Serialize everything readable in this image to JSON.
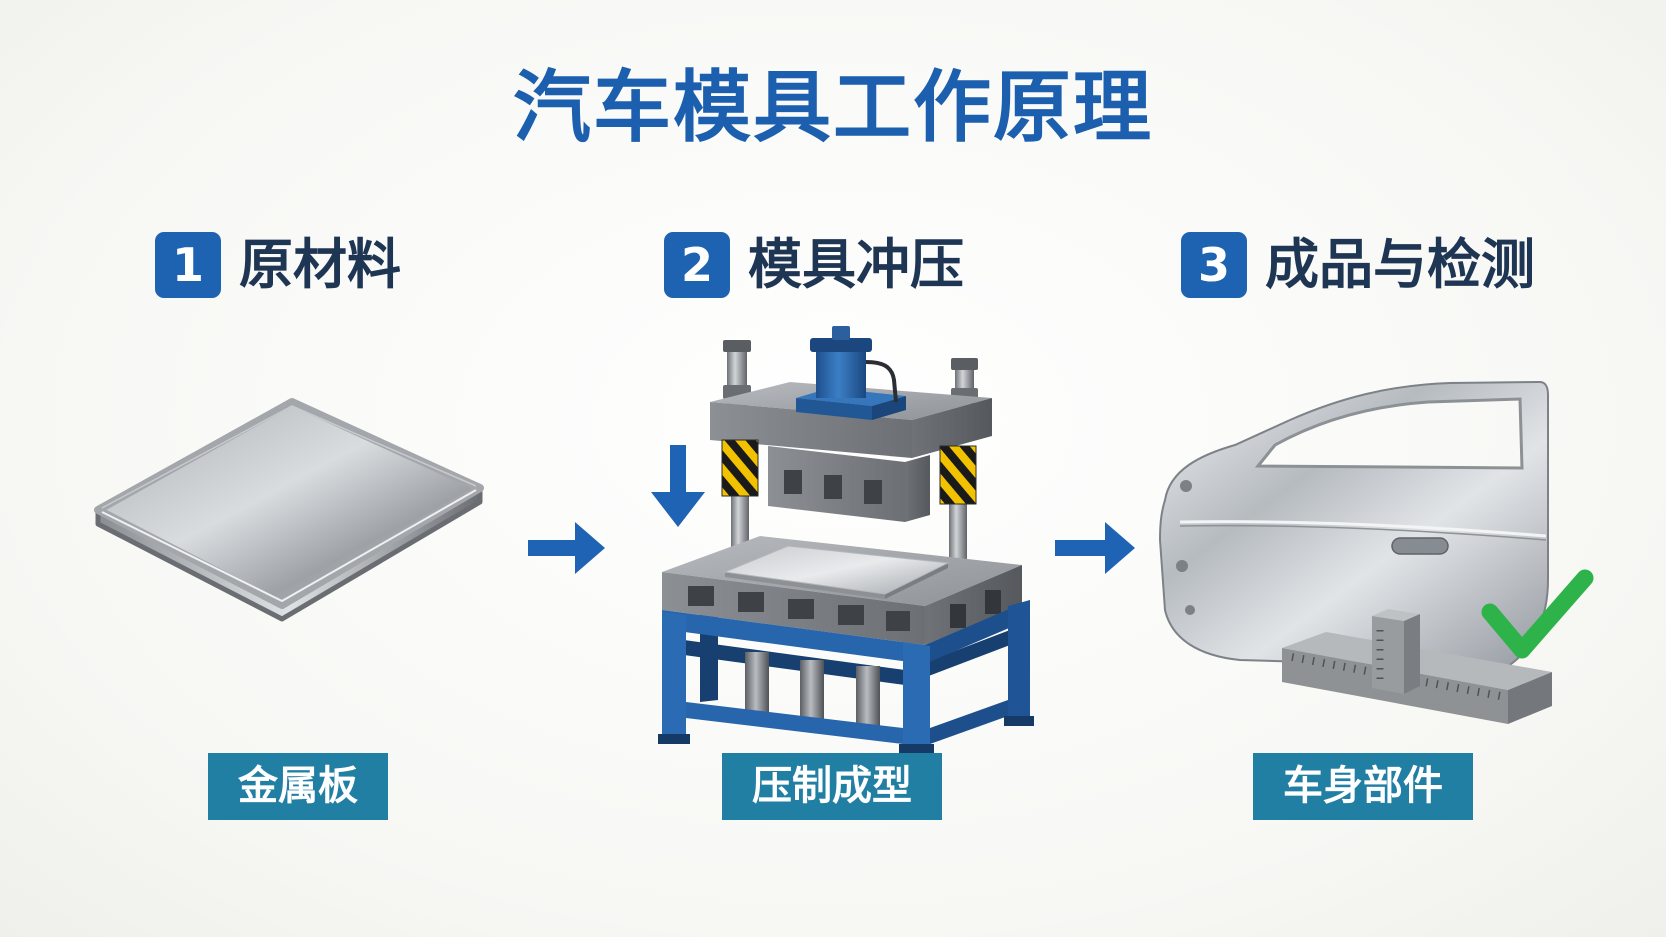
{
  "title": "汽车模具工作原理",
  "steps": [
    {
      "number": "1",
      "heading": "原材料",
      "label": "金属板"
    },
    {
      "number": "2",
      "heading": "模具冲压",
      "label": "压制成型"
    },
    {
      "number": "3",
      "heading": "成品与检测",
      "label": "车身部件"
    }
  ],
  "icons": {
    "raw_material": "metal-sheet-icon",
    "stamping": "stamping-press-icon",
    "finished_part": "car-door-icon",
    "inspection": "gauge-icon",
    "flow_arrow": "arrow-right-icon",
    "press_direction": "arrow-down-icon",
    "pass_mark": "checkmark-icon"
  },
  "colors": {
    "title": "#1b5fae",
    "badge": "#1d63b2",
    "heading": "#1e3553",
    "label_bg": "#227fa4",
    "arrow": "#1e63b4",
    "check": "#2db34a",
    "background": "#f7f7f4"
  }
}
